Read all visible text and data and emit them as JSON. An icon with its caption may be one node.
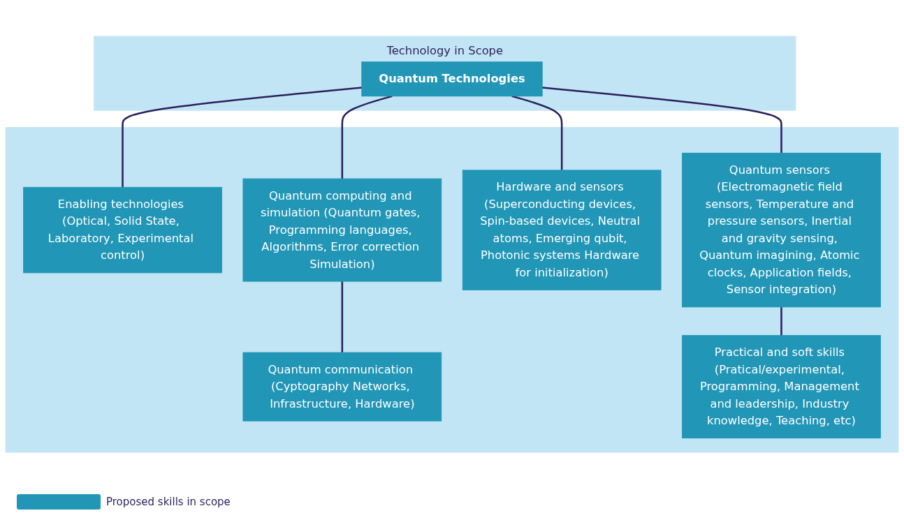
{
  "diagram": {
    "nodes": [
      {
        "text": [
          "Technology in Scope"
        ]
      },
      {
        "text": [
          "Quantum Technologies"
        ],
        "in": 0
      },
      {
        "text": [],
        "shape": "box"
      },
      {
        "text": [
          "Enabling technologies (Optical, Solid State, Laboratory, Experimental control)"
        ],
        "in": 2
      },
      {
        "text": [
          "Quantum computing and simulation (Quantum gates, Programming languages, Algorithms, Error correction Simulation)"
        ],
        "in": 2
      },
      {
        "text": [
          "Quantum communication (Cyptography Networks, Infrastructure, Hardware)"
        ],
        "in": 2
      },
      {
        "text": [
          "Hardware and sensors (Superconducting devices, Spin-based devices, Neutral atoms, Emerging qubit, Photonic systems Hardware for initialization)"
        ],
        "in": 2
      },
      {
        "text": [
          "Quantum sensors (Electromagnetic field sensors, Temperature and pressure sensors, Inertial and gravity sensing, Quantum imagining, Atomic clocks, Application fields, Sensor integration)"
        ],
        "in": 2
      },
      {
        "text": [
          "Practical and soft skills (Pratical/experimental, Programming, Management and leadership, Industry knowledge, Teaching, etc)"
        ],
        "in": 2
      }
    ],
    "edges": [
      {
        "from": 1,
        "to": 3,
        "arrow": "none"
      },
      {
        "from": 1,
        "to": 4,
        "arrow": "none"
      },
      {
        "from": 1,
        "to": 6,
        "arrow": "none"
      },
      {
        "from": 1,
        "to": 7,
        "arrow": "none"
      },
      {
        "from": 4,
        "to": 5,
        "arrow": "none"
      },
      {
        "from": 7,
        "to": 8,
        "arrow": "none"
      }
    ],
    "legend": [
      {
        "text": "Proposed skills in scope",
        "color": "#2196b6"
      }
    ]
  }
}
